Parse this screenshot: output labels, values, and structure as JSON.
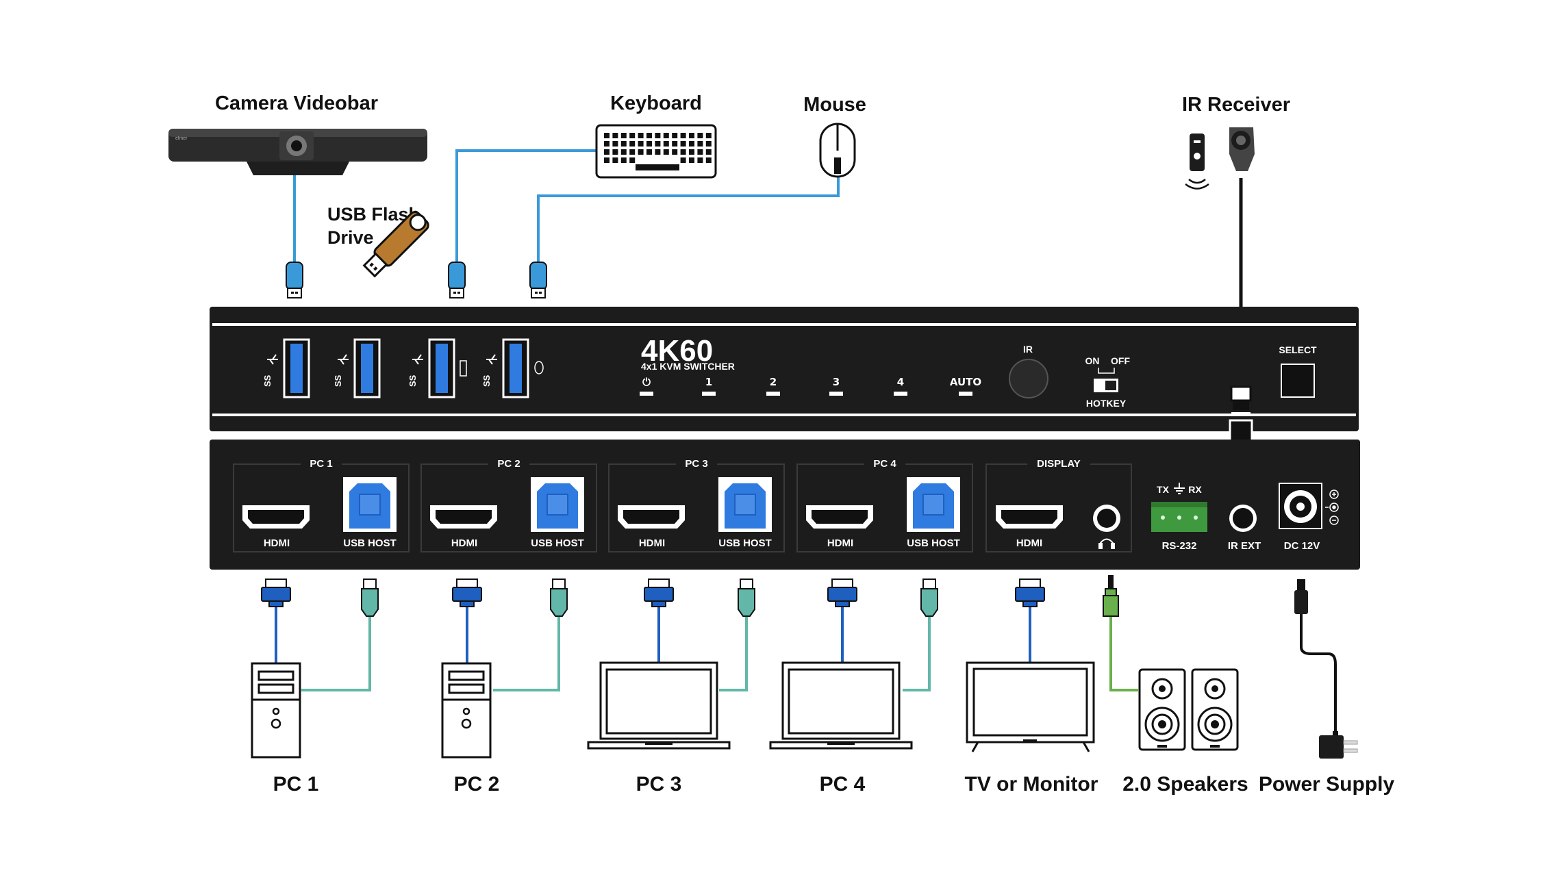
{
  "top_labels": {
    "camera": "Camera Videobar",
    "keyboard": "Keyboard",
    "mouse": "Mouse",
    "ir_receiver": "IR Receiver",
    "usb_flash_line1": "USB Flash",
    "usb_flash_line2": "Drive"
  },
  "front_panel": {
    "brand_title": "4K60",
    "subtitle": "4x1 KVM SWITCHER",
    "usb_port_label": "SS",
    "buttons": [
      {
        "label": "⏻"
      },
      {
        "label": "1"
      },
      {
        "label": "2"
      },
      {
        "label": "3"
      },
      {
        "label": "4"
      },
      {
        "label": "AUTO"
      }
    ],
    "ir_label": "IR",
    "hotkey_on": "ON",
    "hotkey_off": "OFF",
    "hotkey_label": "HOTKEY",
    "select_label": "SELECT"
  },
  "rear_panel": {
    "groups": [
      {
        "title": "PC 1",
        "hdmi": "HDMI",
        "usb": "USB HOST"
      },
      {
        "title": "PC 2",
        "hdmi": "HDMI",
        "usb": "USB HOST"
      },
      {
        "title": "PC 3",
        "hdmi": "HDMI",
        "usb": "USB HOST"
      },
      {
        "title": "PC 4",
        "hdmi": "HDMI",
        "usb": "USB HOST"
      }
    ],
    "display_title": "DISPLAY",
    "display_hdmi": "HDMI",
    "rs232_tx": "TX",
    "rs232_rx": "RX",
    "rs232_label": "RS-232",
    "ir_ext_label": "IR EXT",
    "dc_label": "DC 12V"
  },
  "bottom_labels": {
    "pc1": "PC 1",
    "pc2": "PC 2",
    "pc3": "PC 3",
    "pc4": "PC 4",
    "tv": "TV or Monitor",
    "speakers": "2.0 Speakers",
    "power": "Power Supply"
  },
  "colors": {
    "usb_cable": "#3a9ad9",
    "hdmi_cable": "#1f5fbf",
    "usb_b_cable": "#62b7a8",
    "audio_cable": "#6ab04c",
    "panel": "#1c1c1c",
    "port_blue": "#2f7be0"
  }
}
